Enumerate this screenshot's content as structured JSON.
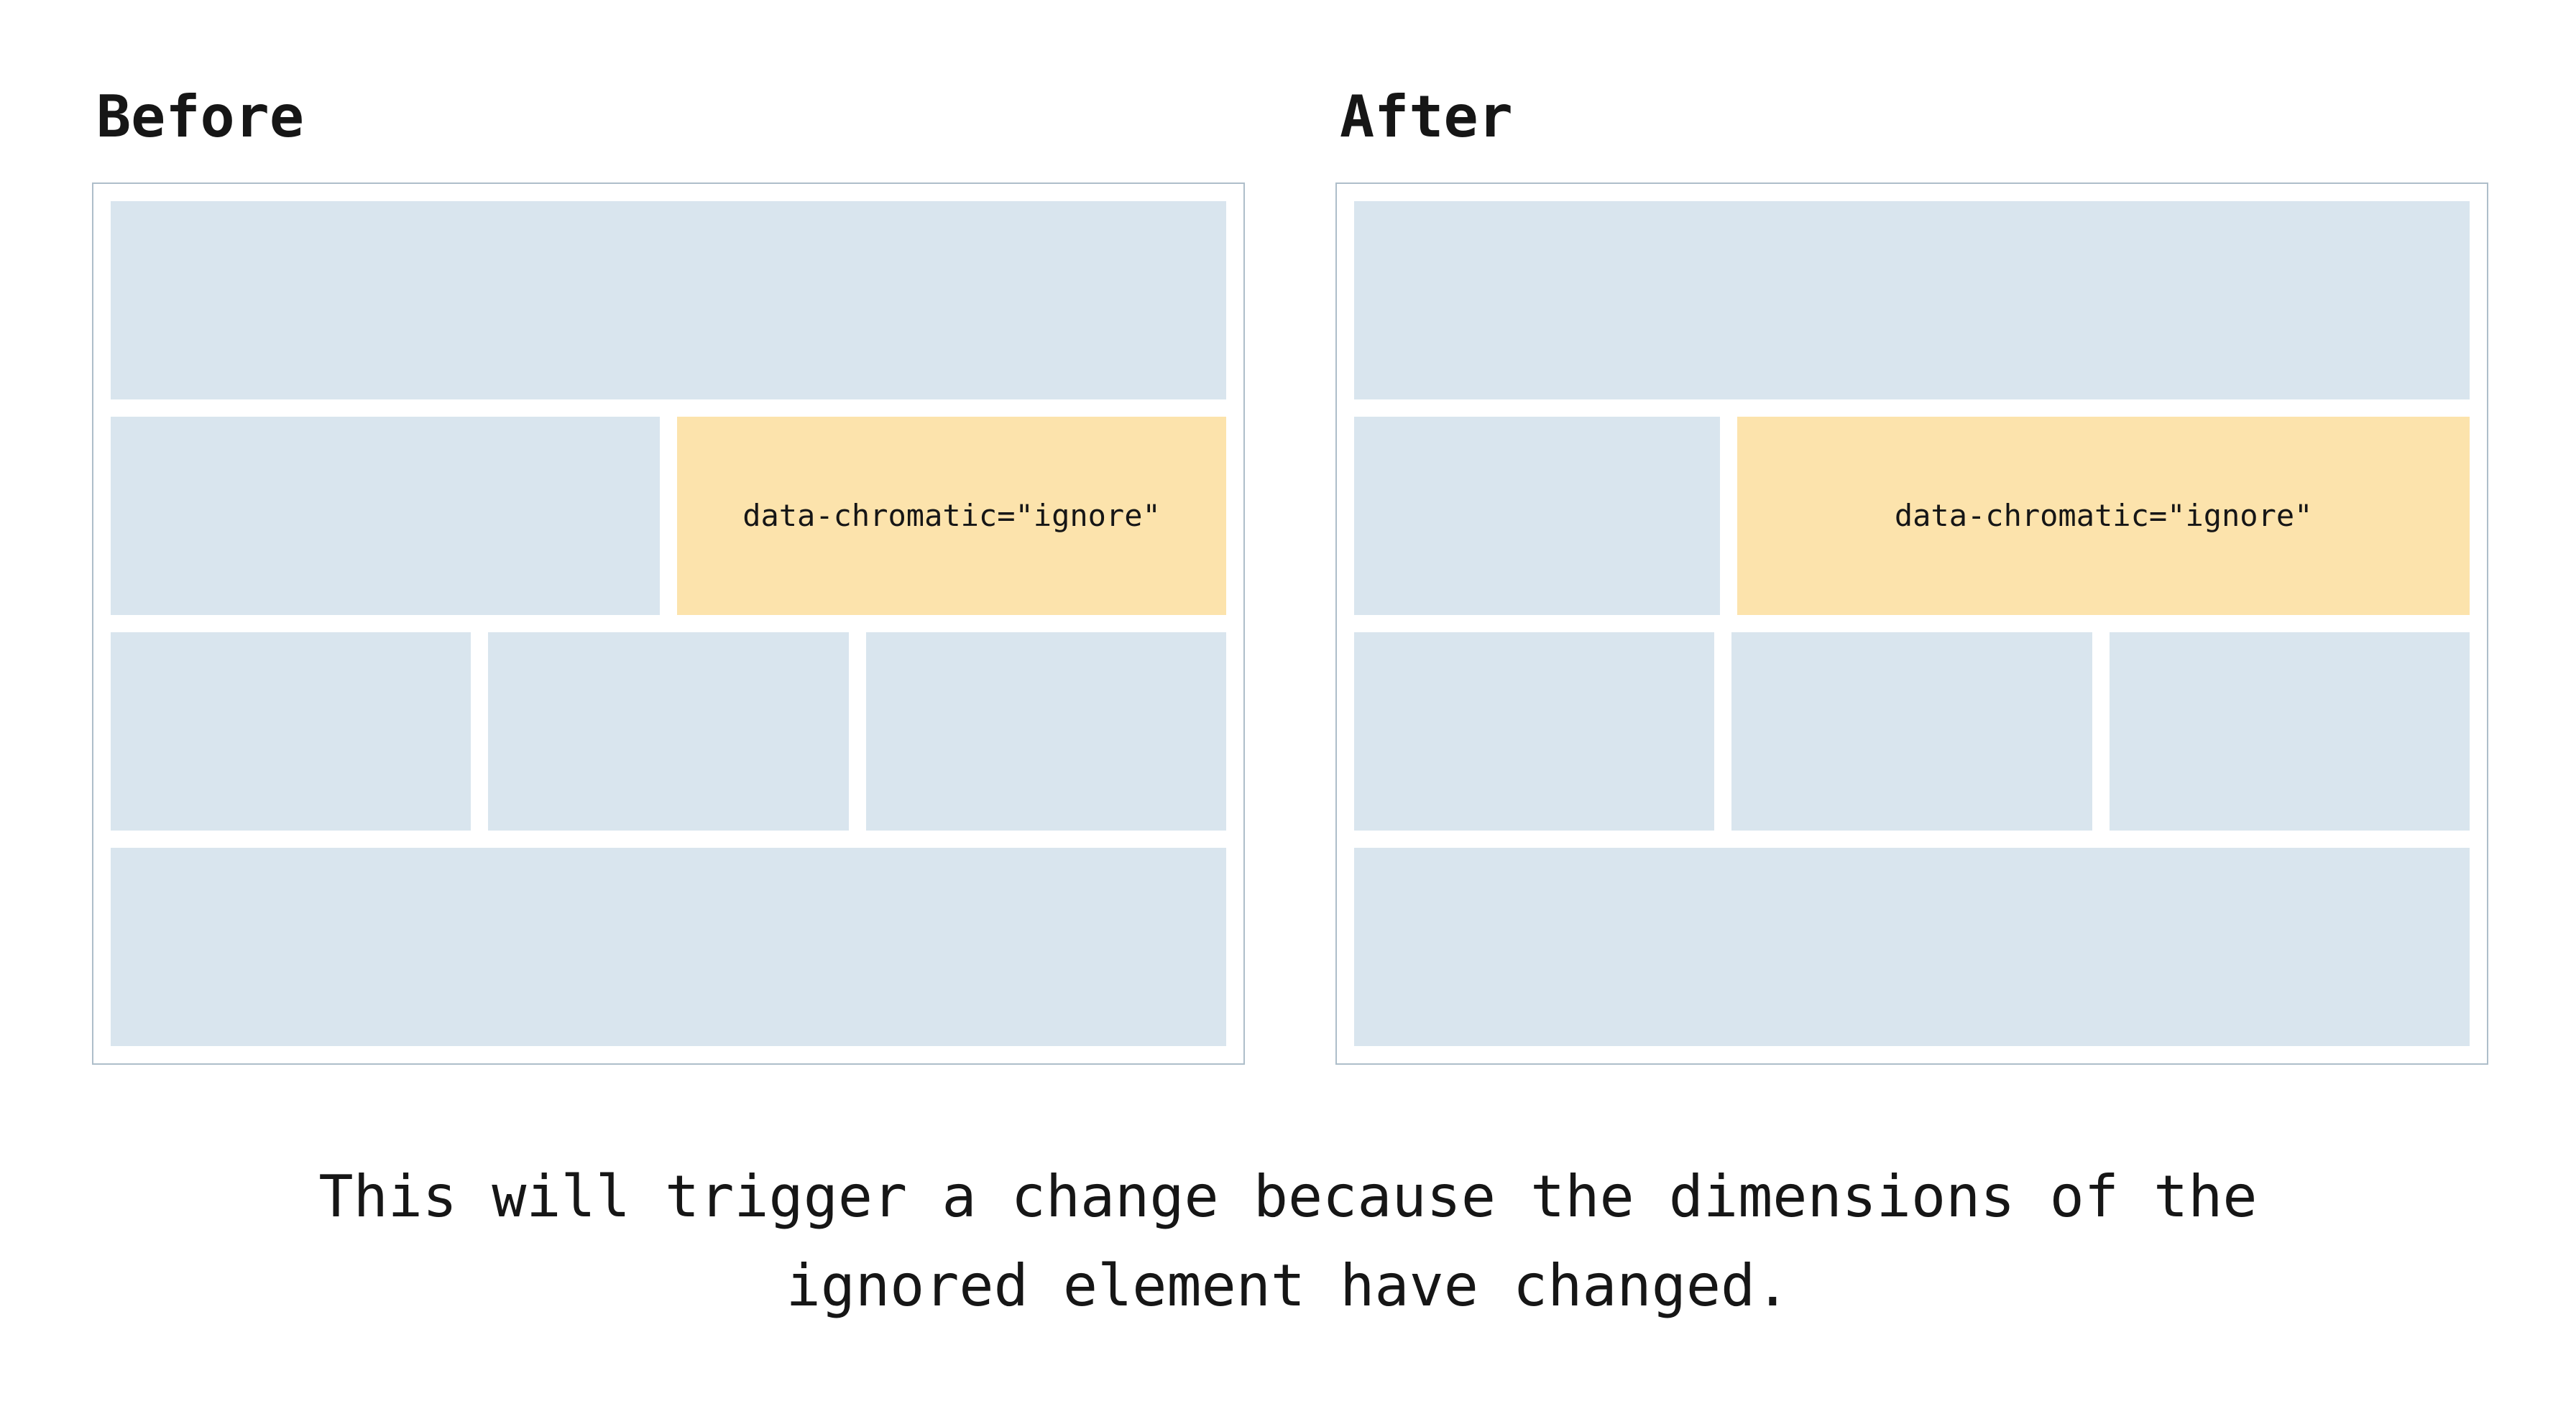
{
  "colors": {
    "block_blue": "#d9e5ee",
    "block_orange": "#fce3ac",
    "panel_border": "#aebeca",
    "text": "#161616",
    "background": "#ffffff"
  },
  "panels": [
    {
      "id": "before",
      "title": "Before",
      "ignored_label": "data-chromatic=\"ignore\""
    },
    {
      "id": "after",
      "title": "After",
      "ignored_label": "data-chromatic=\"ignore\""
    }
  ],
  "caption": {
    "lines": [
      "This will trigger a change because the dimensions of the",
      "ignored element have changed."
    ]
  }
}
